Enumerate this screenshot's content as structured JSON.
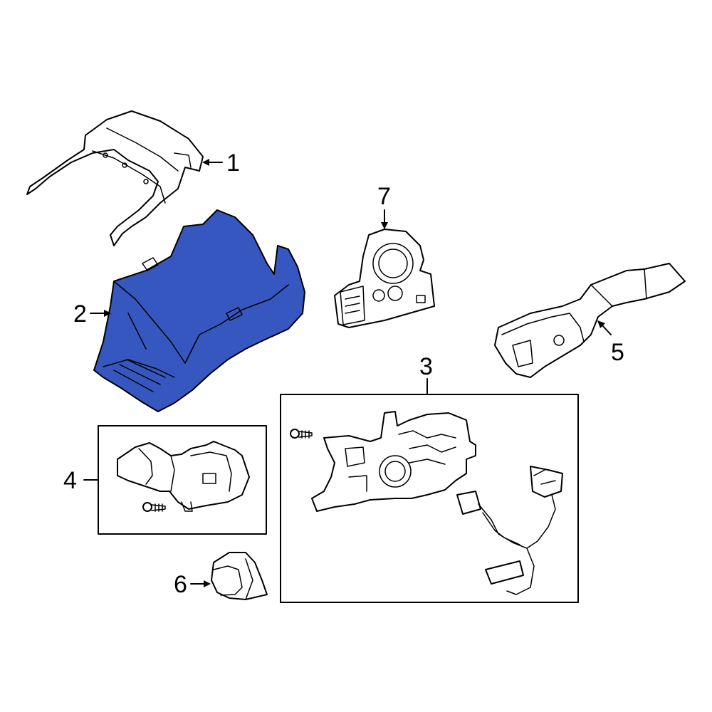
{
  "diagram": {
    "highlight_color": "#3557bf",
    "callouts": [
      {
        "id": "c1",
        "label": "1"
      },
      {
        "id": "c2",
        "label": "2"
      },
      {
        "id": "c3",
        "label": "3"
      },
      {
        "id": "c4",
        "label": "4"
      },
      {
        "id": "c5",
        "label": "5"
      },
      {
        "id": "c6",
        "label": "6"
      },
      {
        "id": "c7",
        "label": "7"
      }
    ],
    "highlighted_part": "2"
  }
}
